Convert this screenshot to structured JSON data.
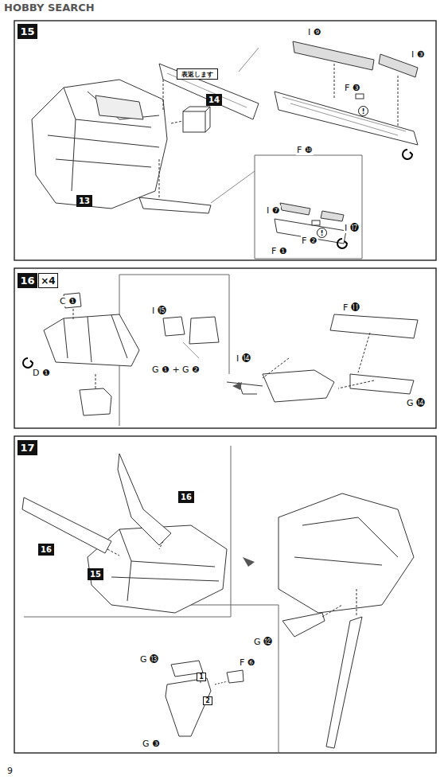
{
  "diagram": {
    "nodes": [
      {
        "text": [
          "15"
        ]
      },
      {
        "text": [
          "表返します"
        ]
      },
      {
        "text": [
          "14"
        ]
      },
      {
        "text": [
          "13"
        ]
      },
      {
        "text": [
          "!"
        ]
      },
      {
        "text": [
          "!"
        ]
      },
      {
        "text": [
          "16"
        ]
      },
      {
        "text": [
          "×4"
        ]
      },
      {
        "text": [
          "17"
        ]
      },
      {
        "text": [
          "16"
        ]
      },
      {
        "text": [
          "16"
        ]
      },
      {
        "text": [
          "15"
        ]
      },
      {
        "text": [
          "1"
        ]
      },
      {
        "text": [
          "2"
        ]
      }
    ],
    "labels": [
      "HOBBY SEARCH",
      "I ❾",
      "I ❸",
      "F ❸",
      "F ❿",
      "I ❼",
      "I ⓱",
      "F ❷",
      "F ❶",
      "C ❶",
      "D ❶",
      "I ⓯",
      "G ❶ + G ❷",
      "I ⓮",
      "F ⓫",
      "G ⓮",
      "G ⓬",
      "G ⓭",
      "F ❻",
      "G ❸",
      "9"
    ]
  }
}
